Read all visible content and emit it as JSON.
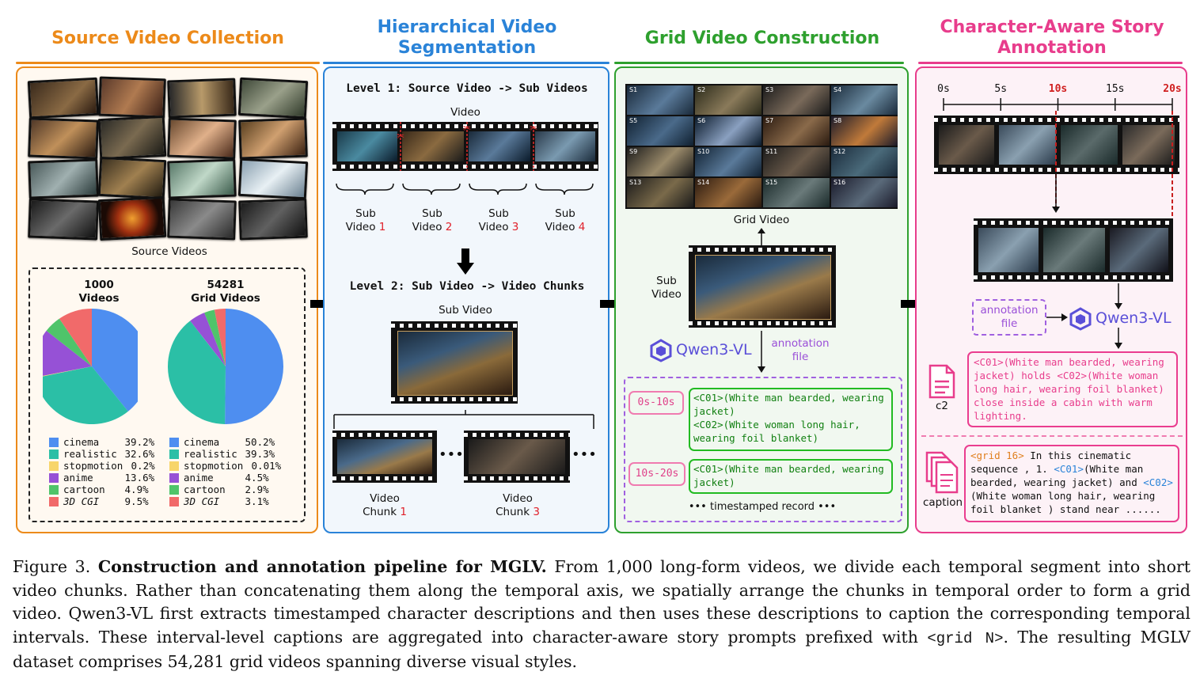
{
  "panels": {
    "source": {
      "title": "Source Video Collection",
      "color": "#ec8a1a"
    },
    "segmentation": {
      "title_line1": "Hierarchical Video",
      "title_line2": "Segmentation",
      "color": "#2a83d8"
    },
    "grid": {
      "title": "Grid Video Construction",
      "color": "#2ea02e"
    },
    "annotation": {
      "title_line1": "Character-Aware Story",
      "title_line2": "Annotation",
      "color": "#e83d8c"
    }
  },
  "source_panel": {
    "source_videos_label": "Source Videos",
    "pie_left": {
      "count": "1000",
      "label": "Videos"
    },
    "pie_right": {
      "count": "54281",
      "label": "Grid Videos"
    }
  },
  "chart_data": [
    {
      "type": "pie",
      "title": "1000 Videos",
      "categories": [
        "cinema",
        "realistic",
        "stopmotion",
        "anime",
        "cartoon",
        "3D CGI"
      ],
      "values": [
        39.2,
        32.6,
        0.2,
        13.6,
        4.9,
        9.5
      ],
      "value_labels": [
        "39.2%",
        "32.6%",
        "0.2%",
        "13.6%",
        "4.9%",
        "9.5%"
      ],
      "colors": [
        "#4e8ef0",
        "#2bbfa6",
        "#f7d56a",
        "#9651d6",
        "#4fc46a",
        "#f16a6a"
      ]
    },
    {
      "type": "pie",
      "title": "54281 Grid Videos",
      "categories": [
        "cinema",
        "realistic",
        "stopmotion",
        "anime",
        "cartoon",
        "3D CGI"
      ],
      "values": [
        50.2,
        39.3,
        0.01,
        4.5,
        2.9,
        3.1
      ],
      "value_labels": [
        "50.2%",
        "39.3%",
        "0.01%",
        "4.5%",
        "2.9%",
        "3.1%"
      ],
      "colors": [
        "#4e8ef0",
        "#2bbfa6",
        "#f7d56a",
        "#9651d6",
        "#4fc46a",
        "#f16a6a"
      ]
    }
  ],
  "segmentation_panel": {
    "level1": "Level 1: Source Video -> Sub Videos",
    "video_label": "Video",
    "sub_videos": [
      {
        "line1": "Sub",
        "word": "Video",
        "num": "1"
      },
      {
        "line1": "Sub",
        "word": "Video",
        "num": "2"
      },
      {
        "line1": "Sub",
        "word": "Video",
        "num": "3"
      },
      {
        "line1": "Sub",
        "word": "Video",
        "num": "4"
      }
    ],
    "level2": "Level 2: Sub Video -> Video Chunks",
    "sub_video_label": "Sub Video",
    "chunks": [
      {
        "line1": "Video",
        "word": "Chunk",
        "num": "1"
      },
      {
        "line1": "Video",
        "word": "Chunk",
        "num": "3"
      }
    ],
    "ellipsis": "•••"
  },
  "grid_panel": {
    "cells": [
      "S1",
      "S2",
      "S3",
      "S4",
      "S5",
      "S6",
      "S7",
      "S8",
      "S9",
      "S10",
      "S11",
      "S12",
      "S13",
      "S14",
      "S15",
      "S16"
    ],
    "grid_video_label": "Grid Video",
    "sub_video_line1": "Sub",
    "sub_video_line2": "Video",
    "model_name": "Qwen3-VL",
    "annotation_line1": "annotation",
    "annotation_line2": "file",
    "records": [
      {
        "time": "0s-10s",
        "text": "<C01>(White man bearded, wearing jacket)\n<C02>(White woman long hair, wearing foil blanket)"
      },
      {
        "time": "10s-20s",
        "text": "<C01>(White man bearded, wearing jacket)"
      }
    ],
    "timestamped_record": "••• timestamped record •••"
  },
  "annotation_panel": {
    "ticks": [
      "0s",
      "5s",
      "10s",
      "15s",
      "20s"
    ],
    "annotation_file_line1": "annotation",
    "annotation_file_line2": "file",
    "model_name": "Qwen3-VL",
    "c2_label": "c2",
    "c2_text": "<C01>(White man bearded, wearing jacket) holds <C02>(White woman long hair, wearing foil blanket) close inside a cabin with warm lighting.",
    "caption_label": "caption",
    "caption_parts": {
      "grid_tag": "<grid 16>",
      "p1": " In this cinematic sequence , 1. ",
      "c01": "<C01>",
      "p2": "(White man bearded, wearing jacket) and ",
      "c02": "<C02>",
      "p3": "(White woman long hair, wearing foil blanket ) stand near ......"
    }
  },
  "figure_caption": {
    "label": "Figure 3.",
    "bold": "Construction and annotation pipeline for MGLV.",
    "body1": " From 1,000 long-form videos, we divide each temporal segment into short video chunks. Rather than concatenating them along the temporal axis, we spatially arrange the chunks in temporal order to form a grid video. Qwen3-VL first extracts timestamped character descriptions and then uses these descriptions to caption the corresponding temporal intervals. These interval-level captions are aggregated into character-aware story prompts prefixed with ",
    "code": "<grid N>",
    "body2": ". The resulting MGLV dataset comprises 54,281 grid videos spanning diverse visual styles."
  }
}
